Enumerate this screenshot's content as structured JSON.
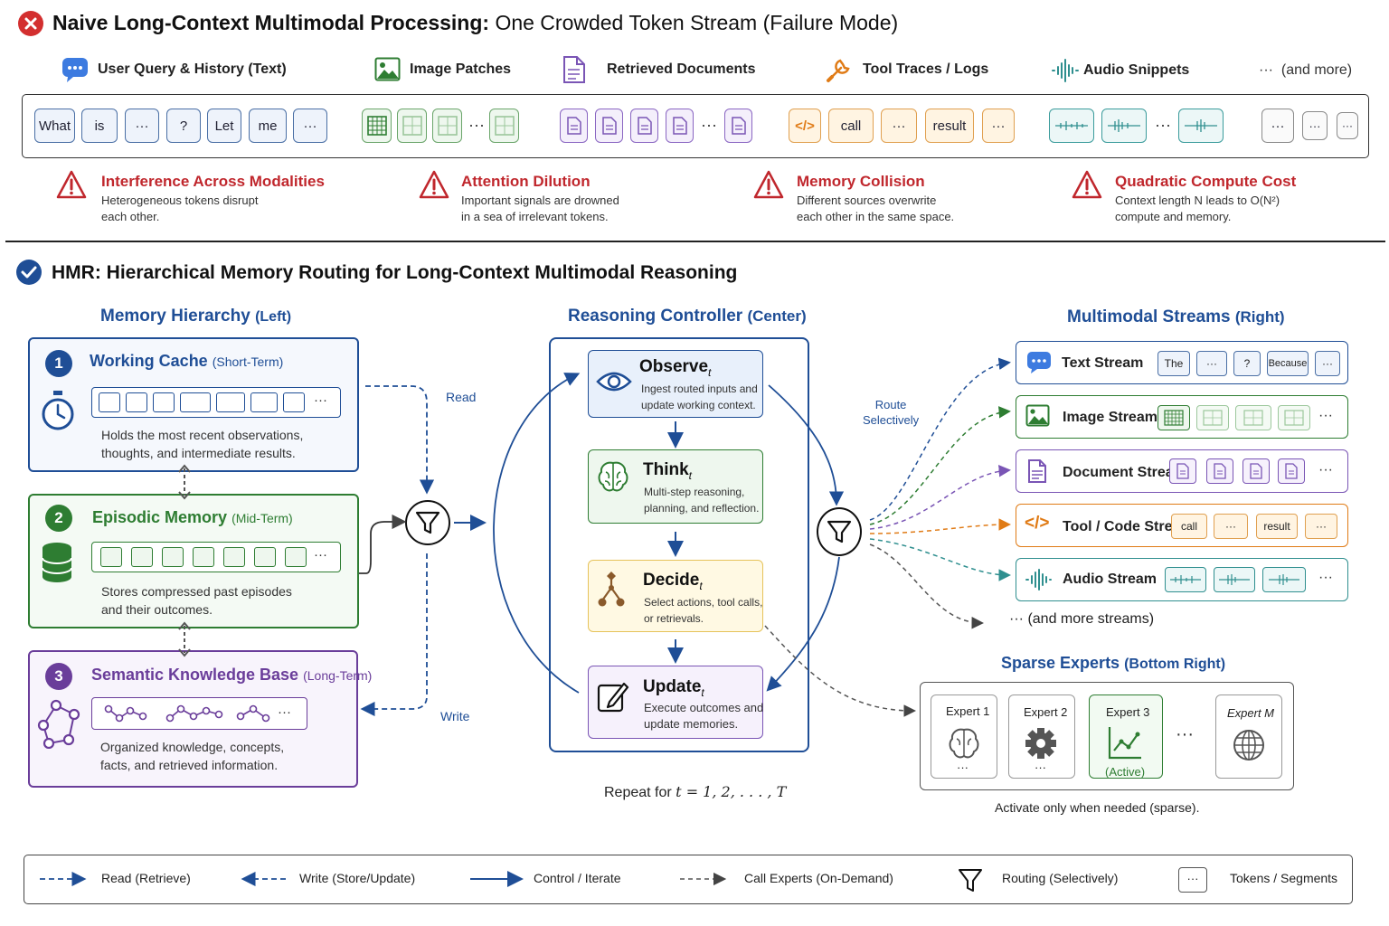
{
  "top": {
    "title_bold": "Naive Long-Context Multimodal Processing:",
    "title_rest": "One Crowded Token Stream (Failure Mode)",
    "categories": {
      "text": "User Query & History (Text)",
      "image": "Image Patches",
      "docs": "Retrieved Documents",
      "tools": "Tool Traces / Logs",
      "audio": "Audio Snippets",
      "more": "(and more)"
    },
    "tokens": {
      "what": "What",
      "is": "is",
      "q": "?",
      "let": "Let",
      "me": "me",
      "call": "call",
      "result": "result"
    },
    "ellipsis": "···",
    "warnings": [
      {
        "title": "Interference Across Modalities",
        "line1": "Heterogeneous tokens disrupt",
        "line2": "each other."
      },
      {
        "title": "Attention Dilution",
        "line1": "Important signals are drowned",
        "line2": "in a sea of irrelevant tokens."
      },
      {
        "title": "Memory Collision",
        "line1": "Different sources overwrite",
        "line2": "each other in the same space."
      },
      {
        "title": "Quadratic Compute Cost",
        "line1": "Context length N leads to O(N²)",
        "line2": "compute and memory."
      }
    ]
  },
  "hmr": {
    "title": "HMR: Hierarchical Memory Routing for Long-Context Multimodal Reasoning",
    "memory": {
      "heading": "Memory Hierarchy",
      "heading_sub": "(Left)",
      "working": {
        "num": "1",
        "title": "Working Cache",
        "sub": "(Short-Term)",
        "line1": "Holds the most recent observations,",
        "line2": "thoughts, and intermediate results."
      },
      "episodic": {
        "num": "2",
        "title": "Episodic Memory",
        "sub": "(Mid-Term)",
        "line1": "Stores compressed past episodes",
        "line2": "and their outcomes."
      },
      "semantic": {
        "num": "3",
        "title": "Semantic Knowledge Base",
        "sub": "(Long-Term)",
        "line1": "Organized knowledge, concepts,",
        "line2": "facts, and retrieved information."
      }
    },
    "read_label": "Read",
    "write_label": "Write",
    "controller": {
      "heading": "Reasoning Controller",
      "heading_sub": "(Center)",
      "observe": {
        "title": "Observe",
        "sub": "t",
        "line1": "Ingest routed inputs and",
        "line2": "update working context."
      },
      "think": {
        "title": "Think",
        "sub": "t",
        "line1": "Multi-step reasoning,",
        "line2": "planning, and reflection."
      },
      "decide": {
        "title": "Decide",
        "sub": "t",
        "line1": "Select actions, tool calls,",
        "line2": "or retrievals."
      },
      "update": {
        "title": "Update",
        "sub": "t",
        "line1": "Execute outcomes and",
        "line2": "update memories."
      },
      "repeat_prefix": "Repeat for",
      "repeat_math": "t = 1, 2, . . . , T"
    },
    "route": {
      "line1": "Route",
      "line2": "Selectively"
    },
    "streams": {
      "heading": "Multimodal Streams",
      "heading_sub": "(Right)",
      "text": {
        "label": "Text Stream",
        "tokens": [
          "The",
          "···",
          "?",
          "Because",
          "···"
        ]
      },
      "image": {
        "label": "Image Stream"
      },
      "document": {
        "label": "Document Stream"
      },
      "tool": {
        "label": "Tool / Code Stream",
        "tokens": [
          "call",
          "···",
          "result",
          "···"
        ]
      },
      "audio": {
        "label": "Audio Stream"
      },
      "more": "(and more streams)"
    },
    "experts": {
      "heading": "Sparse Experts",
      "heading_sub": "(Bottom Right)",
      "items": [
        "Expert 1",
        "Expert 2",
        "Expert 3",
        "Expert M"
      ],
      "active": "(Active)",
      "caption": "Activate only when needed (sparse)."
    }
  },
  "legend": {
    "read": "Read (Retrieve)",
    "write": "Write (Store/Update)",
    "control": "Control / Iterate",
    "call": "Call Experts (On-Demand)",
    "routing": "Routing (Selectively)",
    "tokens": "Tokens / Segments"
  },
  "colors": {
    "blue": "#1f4e96",
    "green": "#2e7d32",
    "purple": "#6a3d9a",
    "red": "#c0272d",
    "orange": "#e07b16",
    "teal": "#2f8f8f"
  }
}
